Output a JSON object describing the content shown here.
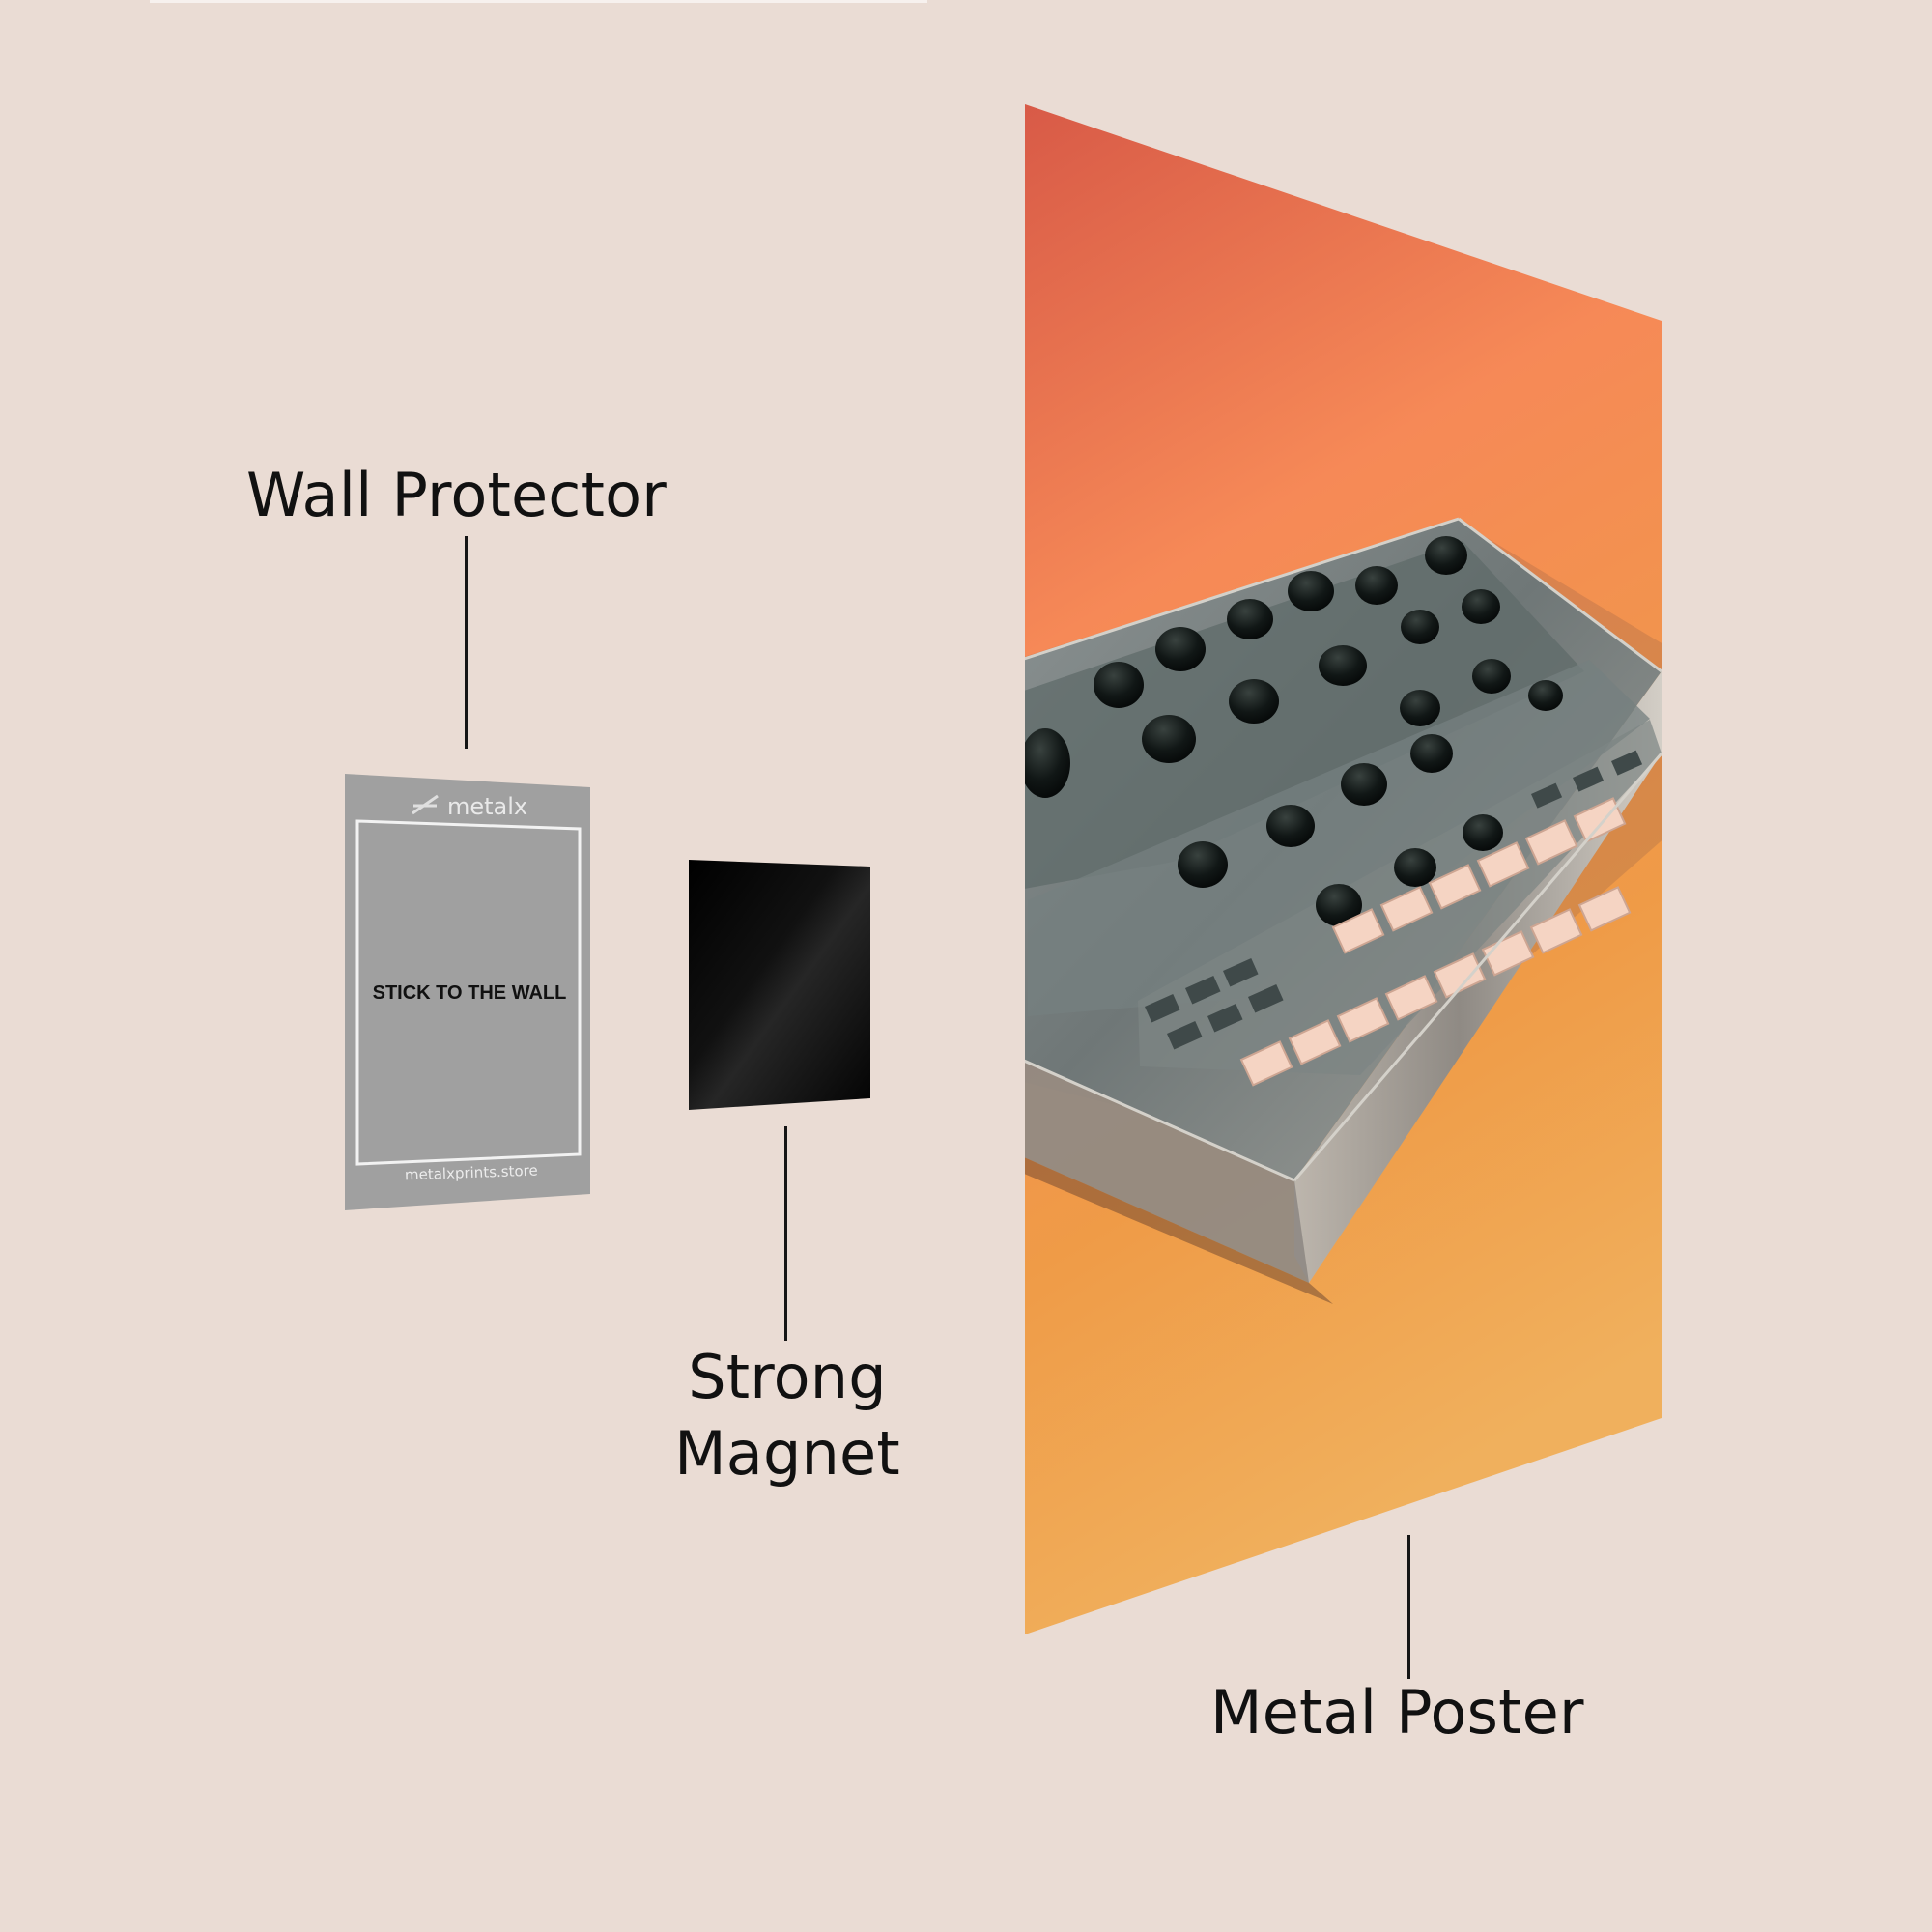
{
  "labels": {
    "wall_protector": "Wall Protector",
    "strong_magnet_line1": "Strong",
    "strong_magnet_line2": "Magnet",
    "metal_poster": "Metal Poster"
  },
  "protector_card": {
    "brand": "metalx",
    "instruction": "STICK TO THE WALL",
    "website": "metalxprints.store"
  },
  "colors": {
    "background": "#eadcd4",
    "text": "#111111",
    "protector": "#a0a0a0",
    "magnet": "#050505",
    "poster_top": "#d95b48",
    "poster_mid": "#f48858",
    "poster_bottom": "#f0a64b"
  }
}
